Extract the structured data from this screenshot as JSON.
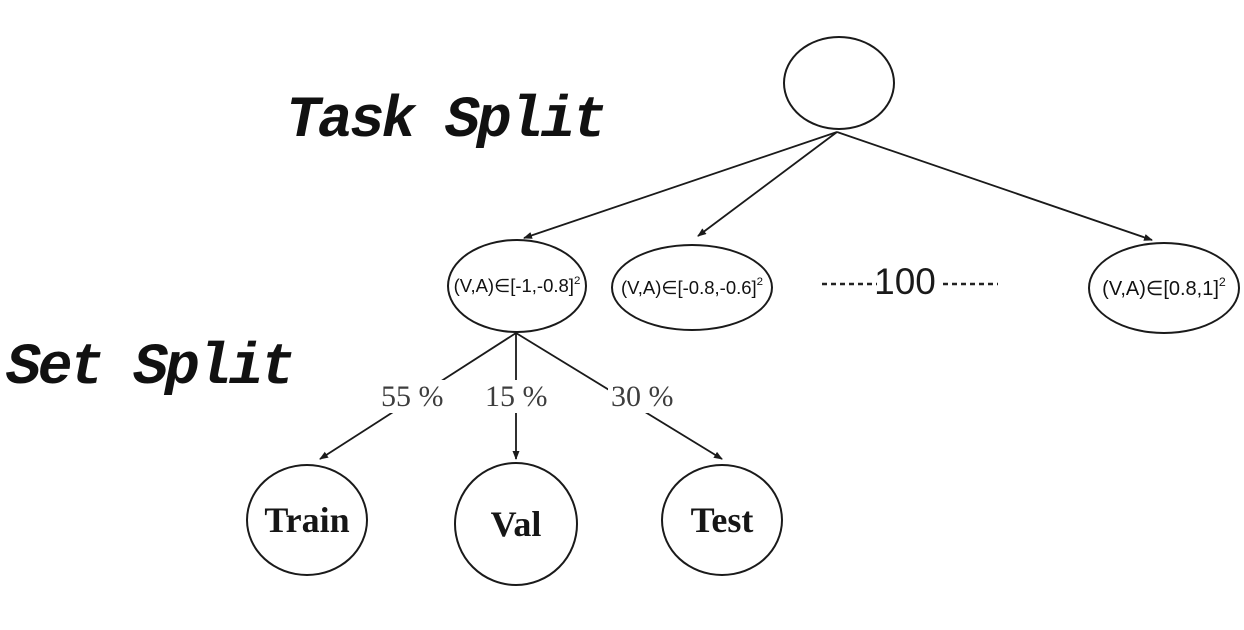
{
  "headings": {
    "task_split": "Task Split",
    "set_split": "Set Split"
  },
  "tree": {
    "task_nodes": [
      {
        "base": "(V,A)∈[-1,-0.8]",
        "sup": "2"
      },
      {
        "base": "(V,A)∈[-0.8,-0.6]",
        "sup": "2"
      },
      {
        "base": "(V,A)∈[0.8,1]",
        "sup": "2"
      }
    ],
    "task_count": "100",
    "set_nodes": [
      {
        "label": "Train"
      },
      {
        "label": "Val"
      },
      {
        "label": "Test"
      }
    ],
    "edge_labels": [
      {
        "label": "55 %"
      },
      {
        "label": "15 %"
      },
      {
        "label": "30 %"
      }
    ]
  },
  "colors": {
    "ink": "#1a1a1a",
    "edge_label_text": "#3d3d3d",
    "background": "#ffffff"
  }
}
